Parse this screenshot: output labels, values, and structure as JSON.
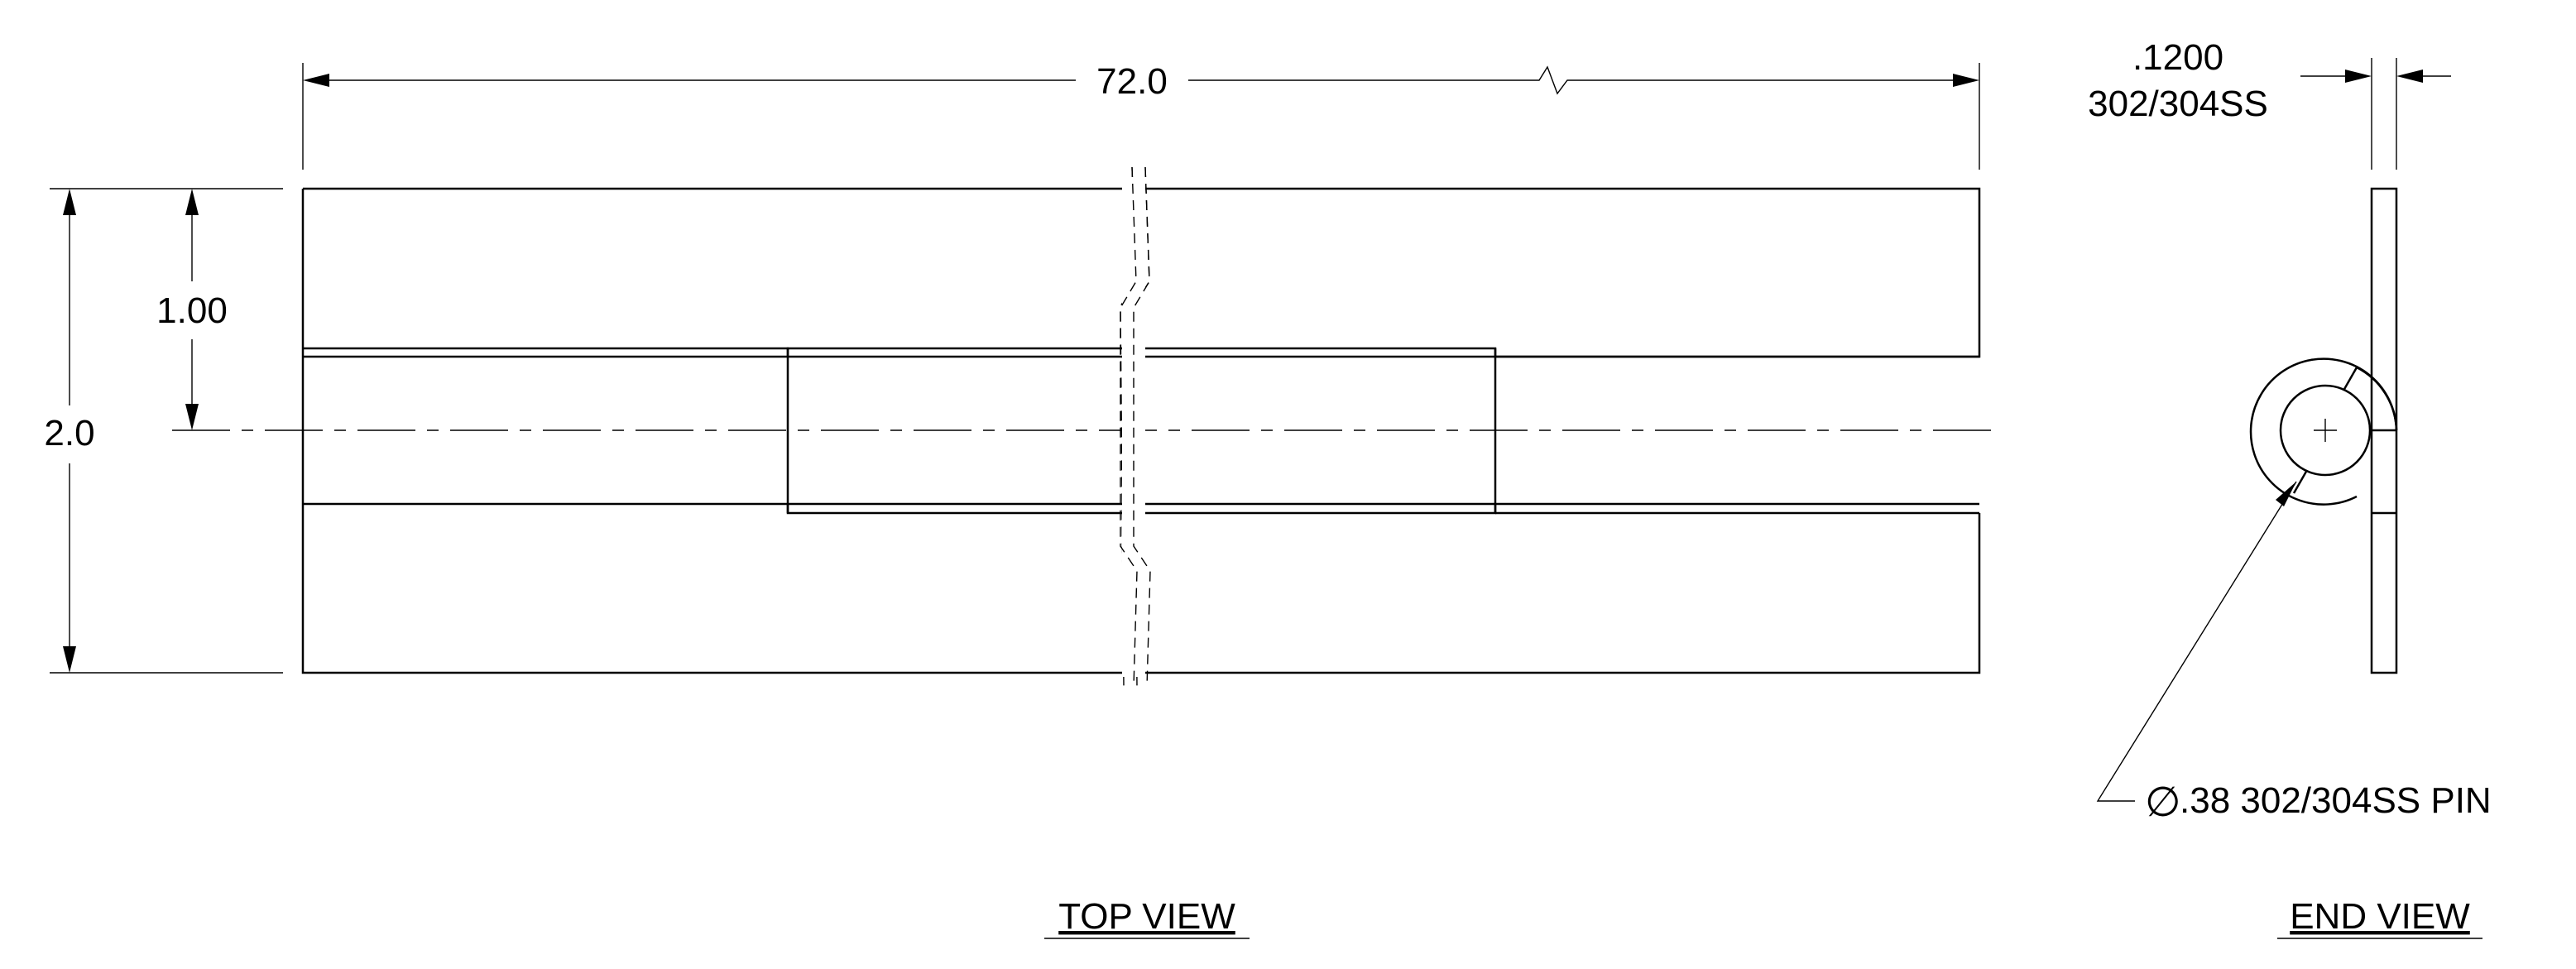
{
  "drawing": {
    "dims": {
      "length": "72.0",
      "width": "2.0",
      "half_width": "1.00",
      "thickness": ".1200",
      "thickness_material": "302/304SS"
    },
    "callouts": {
      "pin_symbol": "∅",
      "pin_note": ".38 302/304SS PIN"
    },
    "views": {
      "top": "TOP VIEW",
      "end": "END VIEW"
    }
  }
}
